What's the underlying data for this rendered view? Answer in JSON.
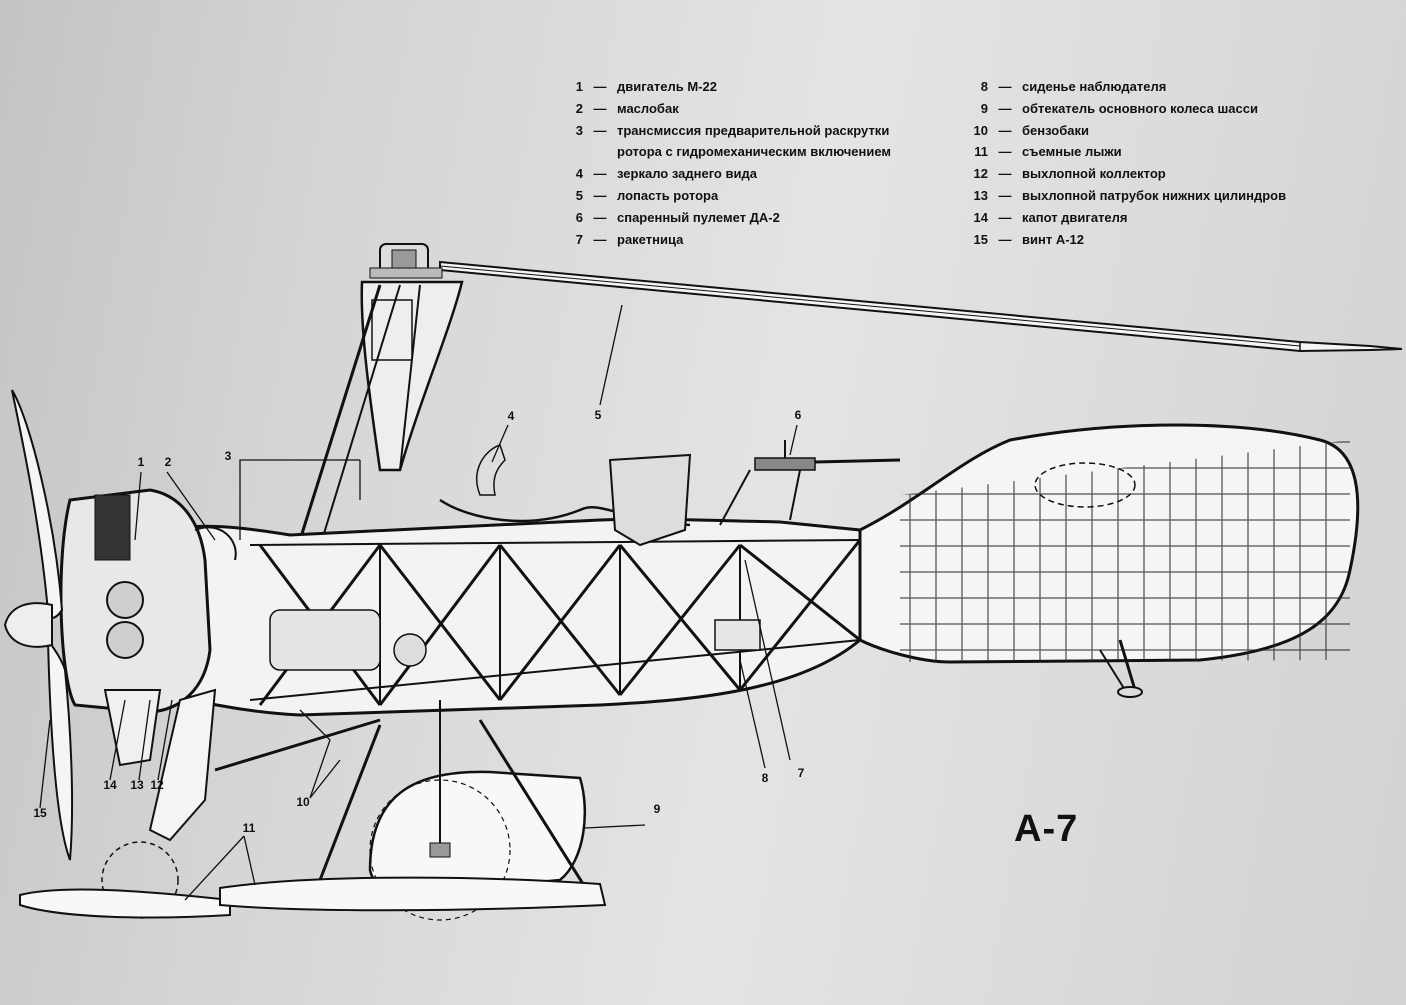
{
  "title": "А-7",
  "legend_left": [
    {
      "num": "1",
      "text": "двигатель М-22"
    },
    {
      "num": "2",
      "text": "маслобак"
    },
    {
      "num": "3",
      "text": "трансмиссия предварительной раскрутки"
    },
    {
      "num": "",
      "text": "ротора с гидромеханическим включением"
    },
    {
      "num": "4",
      "text": "зеркало заднего вида"
    },
    {
      "num": "5",
      "text": "лопасть ротора"
    },
    {
      "num": "6",
      "text": "спаренный пулемет ДА-2"
    },
    {
      "num": "7",
      "text": "ракетница"
    }
  ],
  "legend_right": [
    {
      "num": "8",
      "text": "сиденье наблюдателя"
    },
    {
      "num": "9",
      "text": "обтекатель основного колеса шасси"
    },
    {
      "num": "10",
      "text": "бензобаки"
    },
    {
      "num": "11",
      "text": "съемные лыжи"
    },
    {
      "num": "12",
      "text": "выхлопной коллектор"
    },
    {
      "num": "13",
      "text": "выхлопной патрубок нижних цилиндров"
    },
    {
      "num": "14",
      "text": "капот двигателя"
    },
    {
      "num": "15",
      "text": "винт А-12"
    }
  ],
  "callouts": [
    "1",
    "2",
    "3",
    "4",
    "5",
    "6",
    "7",
    "8",
    "9",
    "10",
    "11",
    "12",
    "13",
    "14",
    "15"
  ],
  "dash": "—",
  "colors": {
    "ink": "#111111",
    "paper": "#d9d9d9",
    "fill": "#f2f2f2"
  }
}
